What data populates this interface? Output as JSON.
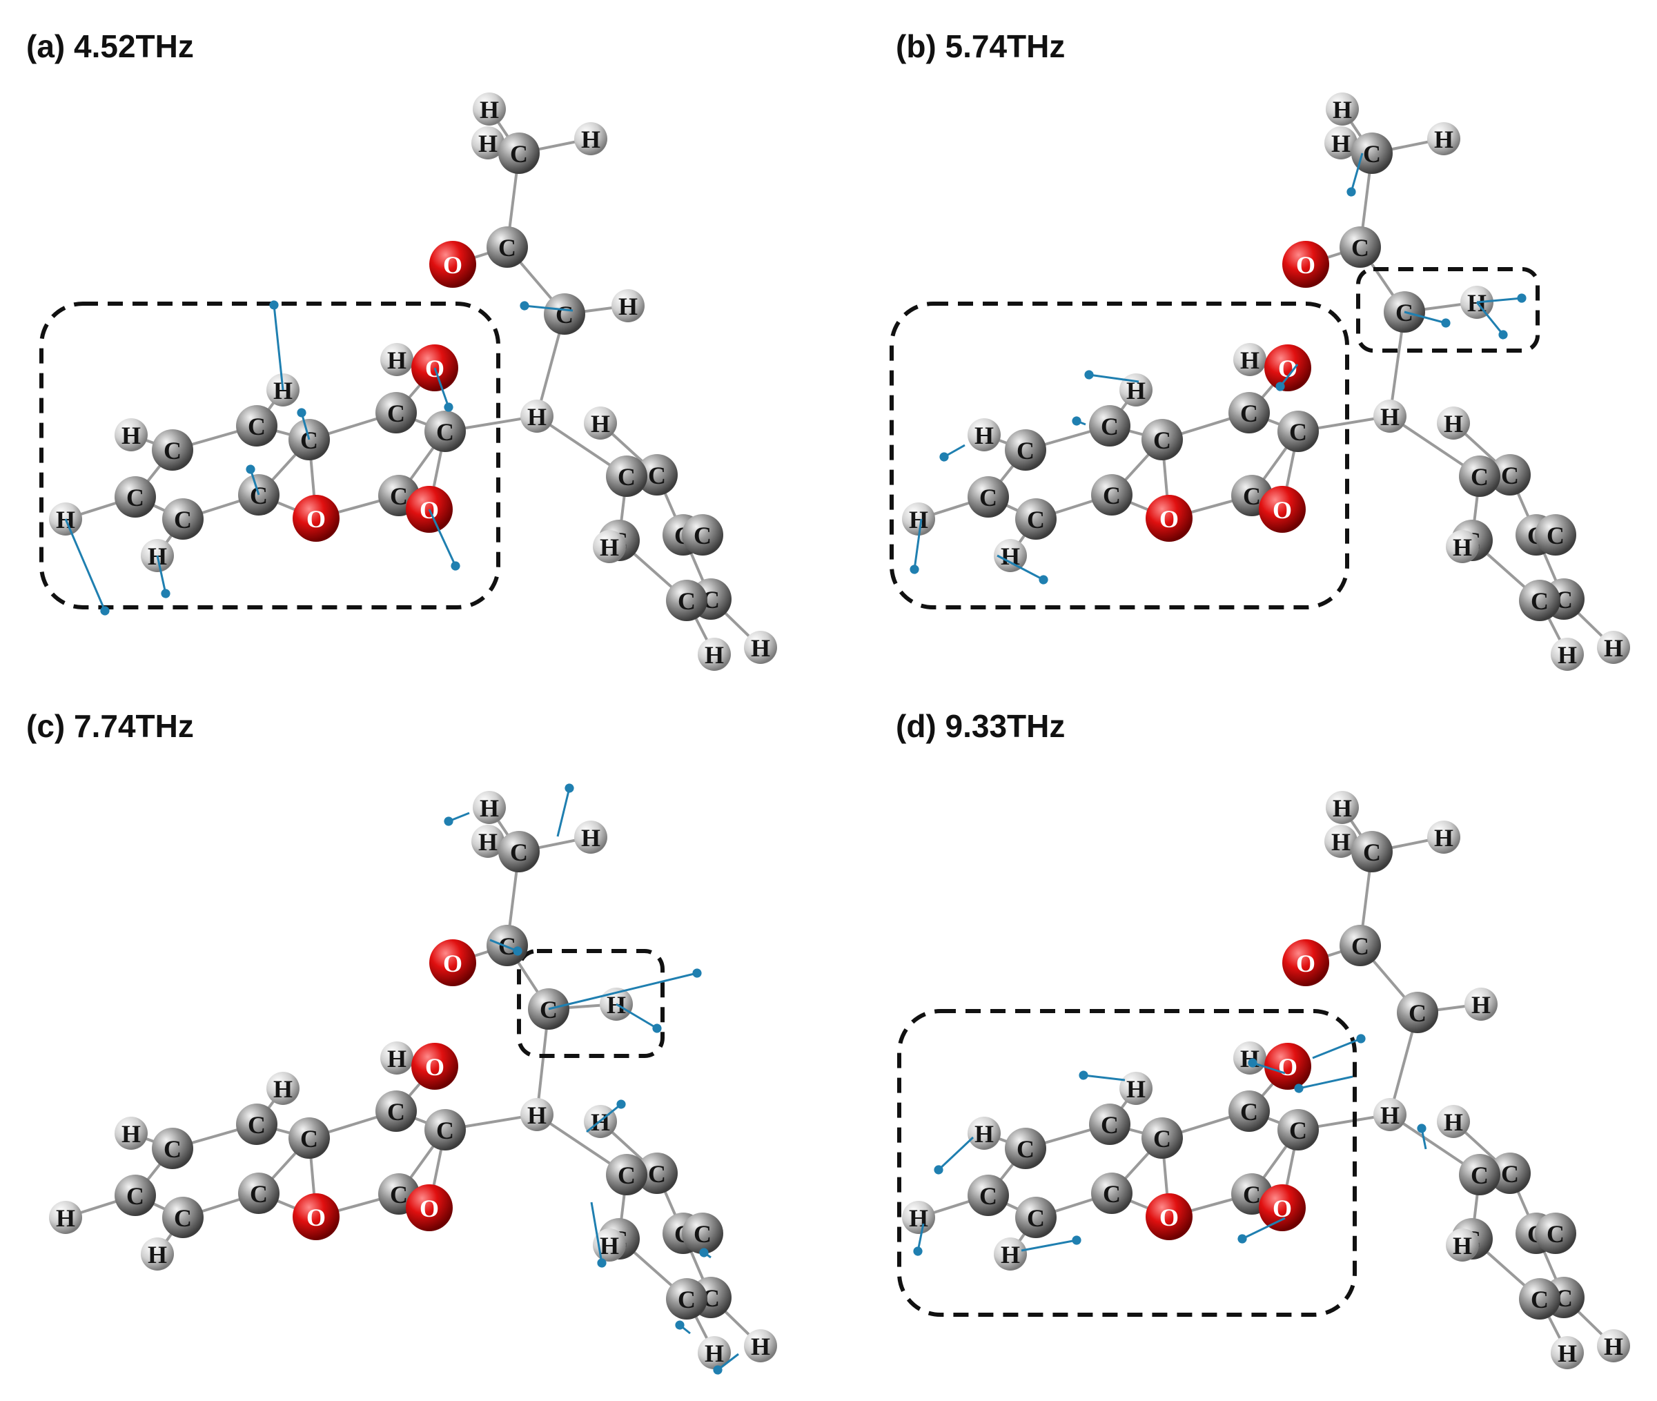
{
  "colors": {
    "carbon": "#8a8a8a",
    "hydrogen": "#d4d4d4",
    "oxygen": "#d90d0d",
    "bond": "#9a9a9a",
    "vector": "#1f7fb0",
    "frame": "#111111"
  },
  "panels": [
    {
      "id": "a",
      "title": "(a) 4.52THz"
    },
    {
      "id": "b",
      "title": "(b) 5.74THz"
    },
    {
      "id": "c",
      "title": "(c) 7.74THz"
    },
    {
      "id": "d",
      "title": "(d) 9.33THz"
    }
  ],
  "atom_labels": {
    "C": "C",
    "H": "H",
    "O": "O"
  }
}
